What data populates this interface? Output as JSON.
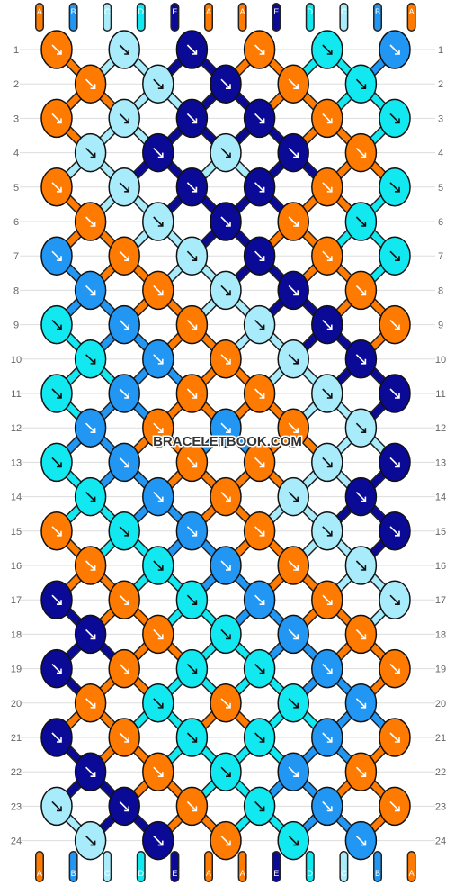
{
  "watermark": "BRACELETBOOK.COM",
  "colors": {
    "A": "#ff7a00",
    "B": "#2196f3",
    "C": "#a8ecfc",
    "D": "#12e8f0",
    "E": "#0a0a96"
  },
  "top_strings": [
    "A",
    "B",
    "C",
    "D",
    "E",
    "A",
    "A",
    "E",
    "D",
    "C",
    "B",
    "A"
  ],
  "bottom_strings": [
    "A",
    "B",
    "C",
    "D",
    "E",
    "A",
    "A",
    "E",
    "D",
    "C",
    "B",
    "A"
  ],
  "rows": [
    {
      "n": "1",
      "knots": [
        "A",
        "C",
        "E",
        "A",
        "D",
        "B"
      ]
    },
    {
      "n": "2",
      "knots": [
        "A",
        "C",
        "E",
        "A",
        "D"
      ]
    },
    {
      "n": "3",
      "knots": [
        "A",
        "C",
        "E",
        "E",
        "A",
        "D"
      ]
    },
    {
      "n": "4",
      "knots": [
        "C",
        "E",
        "C",
        "E",
        "A"
      ]
    },
    {
      "n": "5",
      "knots": [
        "A",
        "C",
        "E",
        "E",
        "A",
        "D"
      ]
    },
    {
      "n": "6",
      "knots": [
        "A",
        "C",
        "E",
        "A",
        "D"
      ]
    },
    {
      "n": "7",
      "knots": [
        "B",
        "A",
        "C",
        "E",
        "A",
        "D"
      ]
    },
    {
      "n": "8",
      "knots": [
        "B",
        "A",
        "C",
        "E",
        "A"
      ]
    },
    {
      "n": "9",
      "knots": [
        "D",
        "B",
        "A",
        "C",
        "E",
        "A"
      ]
    },
    {
      "n": "10",
      "knots": [
        "D",
        "B",
        "A",
        "C",
        "E"
      ]
    },
    {
      "n": "11",
      "knots": [
        "D",
        "B",
        "A",
        "A",
        "C",
        "E"
      ]
    },
    {
      "n": "12",
      "knots": [
        "B",
        "A",
        "B",
        "A",
        "C"
      ]
    },
    {
      "n": "13",
      "knots": [
        "D",
        "B",
        "A",
        "A",
        "C",
        "E"
      ]
    },
    {
      "n": "14",
      "knots": [
        "D",
        "B",
        "A",
        "C",
        "E"
      ]
    },
    {
      "n": "15",
      "knots": [
        "A",
        "D",
        "B",
        "A",
        "C",
        "E"
      ]
    },
    {
      "n": "16",
      "knots": [
        "A",
        "D",
        "B",
        "A",
        "C"
      ]
    },
    {
      "n": "17",
      "knots": [
        "E",
        "A",
        "D",
        "B",
        "A",
        "C"
      ]
    },
    {
      "n": "18",
      "knots": [
        "E",
        "A",
        "D",
        "B",
        "A"
      ]
    },
    {
      "n": "19",
      "knots": [
        "E",
        "A",
        "D",
        "D",
        "B",
        "A"
      ]
    },
    {
      "n": "20",
      "knots": [
        "A",
        "D",
        "A",
        "D",
        "B"
      ]
    },
    {
      "n": "21",
      "knots": [
        "E",
        "A",
        "D",
        "D",
        "B",
        "A"
      ]
    },
    {
      "n": "22",
      "knots": [
        "E",
        "A",
        "D",
        "B",
        "A"
      ]
    },
    {
      "n": "23",
      "knots": [
        "C",
        "E",
        "A",
        "D",
        "B",
        "A"
      ]
    },
    {
      "n": "24",
      "knots": [
        "C",
        "E",
        "A",
        "D",
        "B"
      ]
    }
  ]
}
